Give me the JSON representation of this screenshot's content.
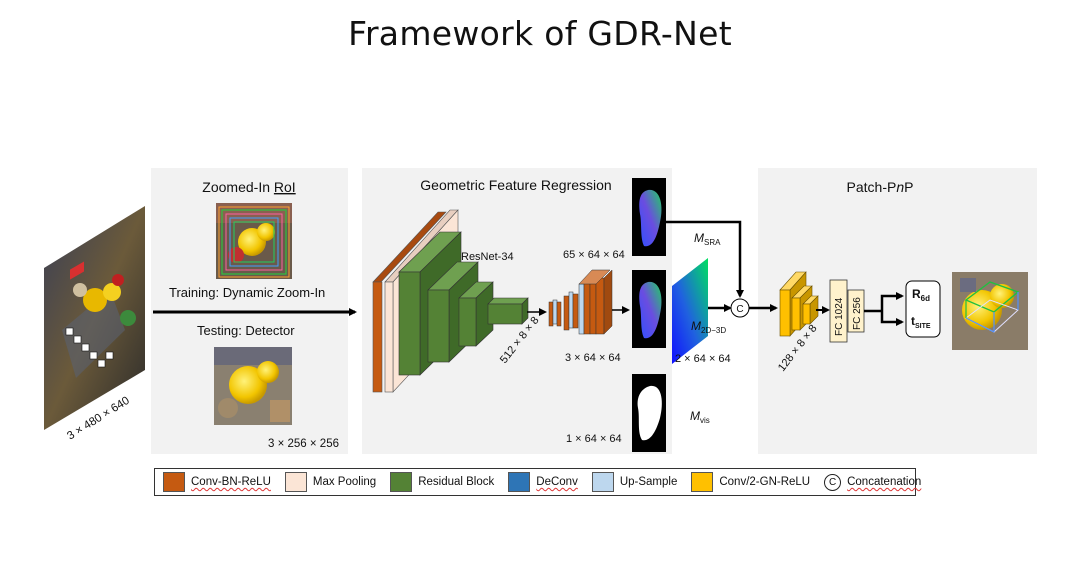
{
  "title": "Framework of GDR-Net",
  "panels": {
    "zoomed_roi": {
      "header_prefix": "Zoomed-In ",
      "header_suffix": "RoI",
      "training": "Training: Dynamic Zoom-In",
      "testing": "Testing: Detector",
      "crop_dim": "3 × 256 × 256"
    },
    "geometric_feature_regression": {
      "header": "Geometric Feature Regression",
      "backbone": "ResNet-34",
      "feat_dim": "512 × 8 × 8",
      "out_srа_dim": "65 × 64 × 64",
      "out_xyz_dim": "3 × 64 × 64",
      "out_mask_dim": "1 × 64 × 64",
      "m2d3d_dim": "2 × 64 × 64"
    },
    "patch_pnp": {
      "header_prefix": "Patch-P",
      "header_italic": "n",
      "header_suffix": "P",
      "feat_dim": "128 × 8 × 8",
      "fc1": "FC 1024",
      "fc2": "FC 256",
      "out_r": "R",
      "out_r_sub": "6d",
      "out_t": "t",
      "out_t_sub": "SITE"
    }
  },
  "input_dim": "3 × 480 × 640",
  "maps": {
    "m_sra": "M",
    "m_sra_sub": "SRA",
    "m_2d3d": "M",
    "m_2d3d_sub": "2D−3D",
    "m_vis": "M",
    "m_vis_sub": "vis"
  },
  "concat_symbol": "C",
  "legend": [
    {
      "label": "Conv-BN-ReLU",
      "color": "#c55a11",
      "underline": true
    },
    {
      "label": "Max Pooling",
      "color": "#fbe5d6",
      "underline": false
    },
    {
      "label": "Residual Block",
      "color": "#548235",
      "underline": false
    },
    {
      "label": "DeConv",
      "color": "#2e75b6",
      "underline": true
    },
    {
      "label": "Up-Sample",
      "color": "#bdd7ee",
      "underline": false
    },
    {
      "label": "Conv/2-GN-ReLU",
      "color": "#ffc000",
      "underline": false
    }
  ],
  "legend_concat_symbol": "C",
  "legend_concat_label": "Concatenation",
  "colors": {
    "panel_bg": "#f2f2f2",
    "conv": "#c55a11",
    "maxpool": "#fbe5d6",
    "residual": "#548235",
    "upsample": "#bdd7ee",
    "gn_conv": "#ffc000",
    "fc": "#fff2cc"
  }
}
